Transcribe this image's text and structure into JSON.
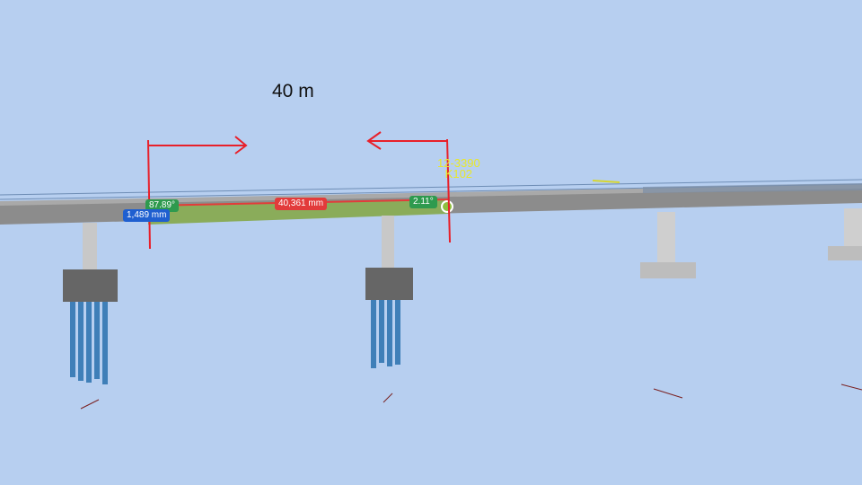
{
  "annotation": {
    "distance_label": "40 m"
  },
  "measurement": {
    "length": "40,361 mm",
    "angle_start": "87.89°",
    "angle_end": "2.11°",
    "height_offset": "1,489 mm"
  },
  "element_tag": {
    "line1": "12-3390",
    "line2": "K102"
  },
  "colors": {
    "background": "#b7cff0",
    "markup": "#e8202a",
    "measure_green": "#2e9a4e",
    "measure_red": "#e23b3b",
    "measure_blue": "#1f5fd0"
  }
}
